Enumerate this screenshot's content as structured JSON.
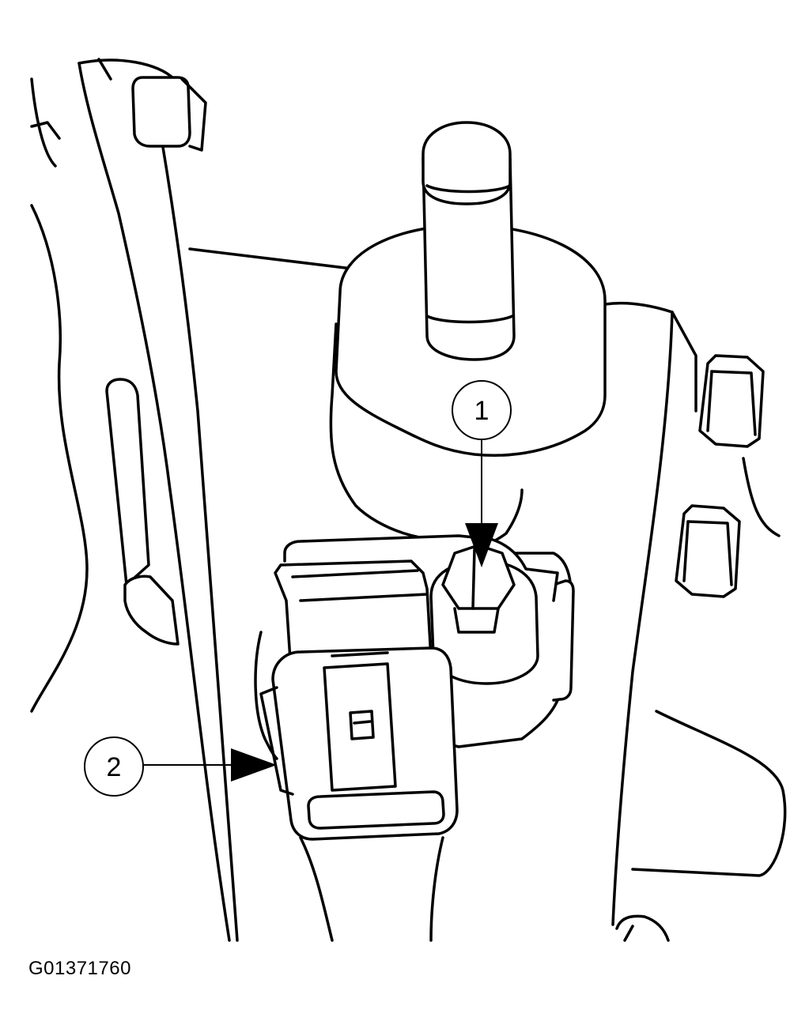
{
  "callouts": [
    {
      "number": "1"
    },
    {
      "number": "2"
    }
  ],
  "figure_id": "G01371760"
}
